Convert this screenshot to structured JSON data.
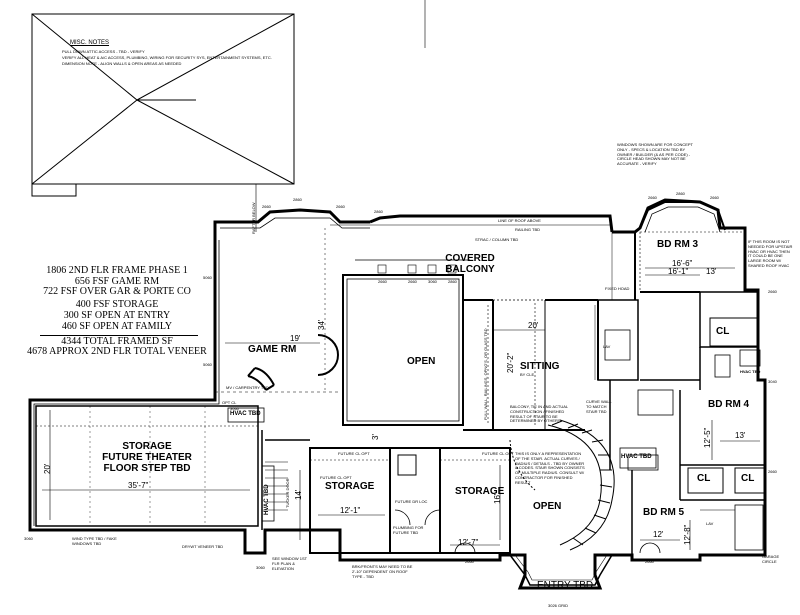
{
  "misc_notes": {
    "title": "MISC. NOTES",
    "lines": [
      "PULL DOWN ATTIC ACCESS - TBD - VERIFY",
      "VERIFY ALL HEAT & A/C ACCESS, PLUMBING, WIRING FOR SECURITY SYS, ENTERTAINMENT SYSTEMS, ETC.",
      "DIMENSION NOTE - ALIGN WALLS & OPEN AREAS AS NEEDED"
    ]
  },
  "summary": {
    "lines": [
      "1806 2ND FLR FRAME PHASE 1",
      "656 FSF GAME RM",
      "722 FSF OVER GAR & PORTE CO",
      "400 FSF STORAGE",
      "300 SF OPEN AT ENTRY",
      "460 SF OPEN AT FAMILY",
      "4344 TOTAL FRAMED SF",
      "4678 APPROX 2ND FLR TOTAL VENEER"
    ]
  },
  "rooms": {
    "bd_rm_3": "BD RM 3",
    "bd_rm_4": "BD RM 4",
    "bd_rm_5": "BD RM 5",
    "game_rm": "GAME RM",
    "open_center": "OPEN",
    "open_stair": "OPEN",
    "sitting": "SITTING",
    "covered_balcony_1": "COVERED",
    "covered_balcony_2": "BALCONY",
    "storage_left": "STORAGE",
    "storage_right": "STORAGE",
    "storage_big_1": "STORAGE",
    "storage_big_2": "FUTURE THEATER",
    "storage_big_3": "FLOOR STEP TBD",
    "entry": "ENTRY TBD",
    "cl_1": "CL",
    "cl_2": "CL",
    "cl_3": "CL",
    "hvac_1": "HVAC TBD",
    "hvac_2": "HVAC TBD",
    "hvac_3": "HVAC TBD",
    "hvac_4": "HVAC TBD"
  },
  "dimensions": {
    "bd3_w": "16'-6\"",
    "bd3_w2": "16'-1\"",
    "bd3_h": "13'",
    "game_w": "19'",
    "game_h": "34'",
    "sitting_w": "20'",
    "sitting_h": "20'-2\"",
    "bd4_h": "12'-5\"",
    "bd4_w": "13'",
    "bd5_h": "12'-8\"",
    "bd5_w": "12'",
    "storage_l_w": "12'-1\"",
    "storage_l_h": "14'",
    "storage_r_w": "12'-7\"",
    "storage_r_h": "16'",
    "big_w": "35'-7\"",
    "big_h": "20'",
    "small_3": "3'"
  },
  "notes": {
    "windows": "WINDOWS SHOWN ARE FOR CONCEPT ONLY - SPECS & LOCATION TBD BY OWNER / BUILDER (& AS PER CODE) - CIRCLE HEAD SHOWN MAY NOT BE ACCURATE - VERIFY",
    "bd3_room": "IF THIS ROOM IS NOT NEEDED FOR UPSTAIR HVAC OR HVAC THEN IT COULD BE ONE LARGE ROOM W/ SHARED ROOF HVAC",
    "balcony": "BALCONY, TIE IN AND ACTUAL CONSTRUCTION / FINISHED RESULT OF STAIR TO BE DETERMINED BY OTHERS",
    "stair": "THIS IS ONLY A REPRESENTATION OF THE STAIR. ACTUAL CURVES / RADIUS / DETAILS - TBD BY OWNER & CODES. STAIR SHOWN CONSISTS OF MULTIPLE RADIUS. CONSULT W/ CONTRACTOR FOR FINISHED RESULT",
    "curve_wall": "CURVE WALL TO MATCH STAIR TBD",
    "rail": "FULL WALL, RAILINGS, OPNG'S, OR GLASS TBD",
    "brkt": "BRK/FRONTS MAY NEED TO BE 2'-10\" DEPENDENT ON ROOF TYPE - TBD",
    "roof_line": "LINE OF ROOF ABOVE",
    "rail_tbd": "RAILING TBD",
    "strac": "STRAC / COLUMN TBD",
    "by_cle": "BY CLE",
    "fixed_hoad": "FIXED HOAD",
    "wind_type": "WIND TYPE TBD / FAKE WINDOWS TBD",
    "drywt": "DRYWT VENEER TBD",
    "see_window": "SEE WINDOW 1ST FLR PLAN & ELEVATION",
    "future_cl_1": "FUTURE CL OPT",
    "future_cl_2": "FUTURE CL OPT",
    "future_cl_3": "FUTURE CL OPT",
    "future_dr": "FUTURE DR LOC",
    "plumbing": "PLUMBING FOR FUTURE TBD",
    "tucker": "TUCKER DOOR",
    "rafter": "RAFTER BELOW",
    "carpentry": "MV / CARPENTRY TBD",
    "opt_cl": "OPT CL",
    "garage": "GARAGE CIRCLE",
    "lav": "LAV",
    "lav_2": "LAV"
  },
  "windows": {
    "w_a": "2660",
    "w_b": "2860",
    "w_c": "2660",
    "w_d": "2860",
    "w_e": "2660",
    "w_f": "2860",
    "w_g": "2660",
    "w_h": "5060",
    "w_i": "5060",
    "w_j": "3060",
    "w_k": "3060",
    "w_l": "3060",
    "w_m": "2660",
    "w_n": "2660",
    "w_o": "3060",
    "w_p": "2860",
    "w_q": "2660",
    "w_r": "3040",
    "w_s": "2660",
    "w_t": "2660",
    "w_u": "2660",
    "w_v": "3026 GRID"
  }
}
